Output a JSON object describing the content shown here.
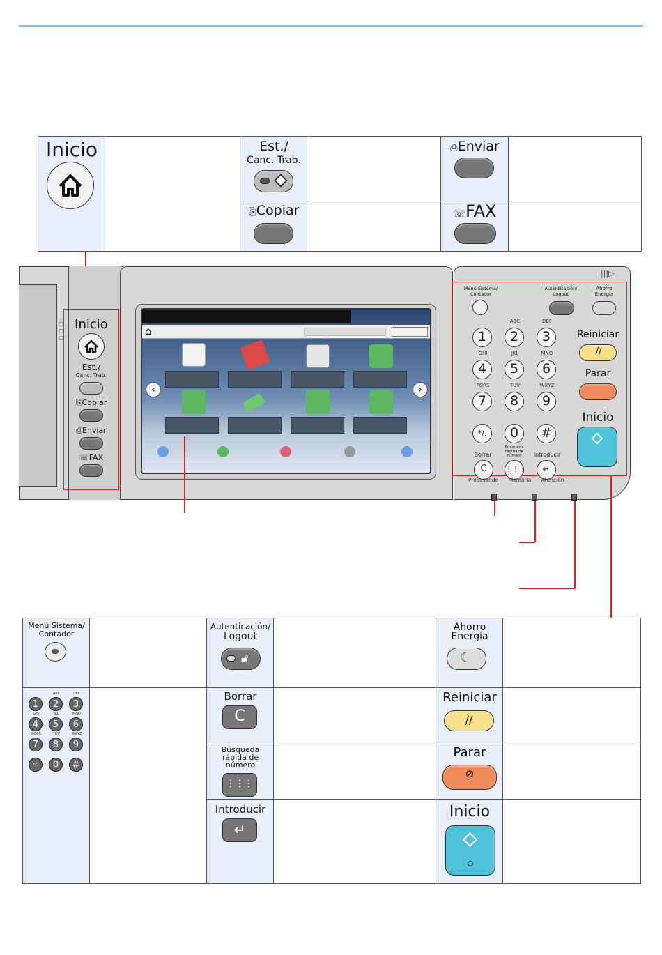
{
  "top_table": {
    "inicio_label": "Inicio",
    "est_label_1": "Est./",
    "est_label_2": "Canc. Trab.",
    "enviar_label": "Enviar",
    "copiar_label": "Copiar",
    "fax_label": "FAX"
  },
  "panel": {
    "left_keys": {
      "inicio": "Inicio",
      "est_1": "Est./",
      "est_2": "Canc. Trab.",
      "copiar": "Copiar",
      "enviar": "Enviar",
      "fax": "FAX"
    },
    "right_keys": {
      "menu_sistema": "Menú Sistema/ Contador",
      "autenticacion": "Autenticación/ Logout",
      "ahorro": "Ahorro Energía",
      "reiniciar": "Reiniciar",
      "parar": "Parar",
      "inicio": "Inicio",
      "borrar": "Borrar",
      "introducir": "Introducir",
      "busqueda": "Búsqueda rápida de número"
    },
    "keypad": [
      {
        "k": "1",
        "sub": ""
      },
      {
        "k": "2",
        "sub": "ABC"
      },
      {
        "k": "3",
        "sub": "DEF"
      },
      {
        "k": "4",
        "sub": "GHI"
      },
      {
        "k": "5",
        "sub": "JKL"
      },
      {
        "k": "6",
        "sub": "MNO"
      },
      {
        "k": "7",
        "sub": "PQRS"
      },
      {
        "k": "8",
        "sub": "TUV"
      },
      {
        "k": "9",
        "sub": "WXYZ"
      },
      {
        "k": "*/.",
        "sub": ""
      },
      {
        "k": "0",
        "sub": ""
      },
      {
        "k": "#",
        "sub": ""
      }
    ],
    "leds": {
      "procesando": "Procesando",
      "memoria": "Memoria",
      "atencion": "Atención"
    }
  },
  "bottom_table": {
    "menu_sistema_1": "Menú Sistema/",
    "menu_sistema_2": "Contador",
    "autenticacion_1": "Autenticación/",
    "autenticacion_2": "Logout",
    "ahorro_1": "Ahorro",
    "ahorro_2": "Energía",
    "borrar": "Borrar",
    "reiniciar": "Reiniciar",
    "busqueda_1": "Búsqueda",
    "busqueda_2": "rápida de",
    "busqueda_3": "número",
    "parar": "Parar",
    "introducir": "Introducir",
    "inicio": "Inicio",
    "keypad": [
      "1",
      "2",
      "3",
      "4",
      "5",
      "6",
      "7",
      "8",
      "9",
      "*/.",
      "0",
      "#"
    ],
    "keypad_sub": [
      "ABC",
      "DEF",
      "GHI",
      "JKL",
      "MNO",
      "PQRS",
      "TUV",
      "WXYZ"
    ]
  },
  "colors": {
    "accent_line": "#8fb4dc",
    "cell_bg": "#e8eefa",
    "callout_red": "#d22222",
    "reiniciar_yellow": "#f7e08a",
    "parar_orange": "#f08a5a",
    "inicio_cyan": "#4cc3d9"
  }
}
